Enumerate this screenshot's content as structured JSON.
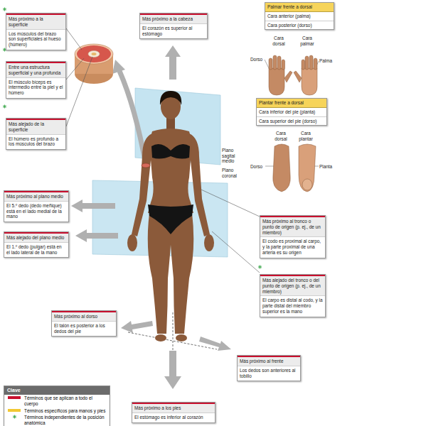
{
  "diagram": {
    "nodes": [
      {
        "text": [
          "Más próximo a la superficie",
          "Los músculos del brazo son superficiales al hueso (húmero)"
        ]
      },
      {
        "text": [
          "Entre una estructura superficial y una profunda",
          "El músculo bíceps es intermedio entre la piel y el húmero"
        ]
      },
      {
        "text": [
          "Más alejado de la superficie",
          "El húmero es profundo a los músculos del brazo"
        ]
      },
      {
        "text": [
          "Más próximo a la cabeza",
          "El corazón es superior al estómago"
        ]
      },
      {
        "text": [
          "Palmar frente a dorsal",
          "Cara anterior (palma)",
          "Cara posterior (dorso)"
        ]
      },
      {
        "text": [
          "Plantar frente a dorsal",
          "Cara inferior del pie (planta)",
          "Cara superior del pie (dorso)"
        ]
      },
      {
        "text": [
          "Más próximo al plano medio",
          "El 5.º dedo (dedo meñique) está en el lado medial de la mano"
        ]
      },
      {
        "text": [
          "Más alejado del plano medio",
          "El 1.º dedo (pulgar) está en el lado lateral de la mano"
        ]
      },
      {
        "text": [
          "Más próximo al tronco o punto de origen (p. ej., de un miembro)",
          "El codo es proximal al carpo, y la parte proximal de una arteria es su origen"
        ]
      },
      {
        "text": [
          "Más alejado del tronco o del punto de origen (p. ej., de un miembro)",
          "El carpo es distal al codo, y la parte distal del miembro superior es la mano"
        ]
      },
      {
        "text": [
          "Más próximo al dorso",
          "El talón es posterior a los dedos del pie"
        ]
      },
      {
        "text": [
          "Más próximo al frente",
          "Los dedos son anteriores al tobillo"
        ]
      },
      {
        "text": [
          "Más próximo a los pies",
          "El estómago es inferior al corazón"
        ]
      }
    ],
    "labels": [
      "Plano sagital medio",
      "Plano coronal",
      "Cara dorsal",
      "Cara palmar",
      "Dorso",
      "Palma",
      "Cara dorsal",
      "Cara plantar",
      "Dorso",
      "Planta",
      "Clave"
    ],
    "legend": [
      {
        "text": "Términos que se aplican a todo el cuerpo",
        "color": "#c8102e"
      },
      {
        "text": "Términos específicos para manos y pies",
        "color": "#f2c832"
      },
      {
        "text": "Términos independientes de la posición anatómica"
      }
    ]
  }
}
